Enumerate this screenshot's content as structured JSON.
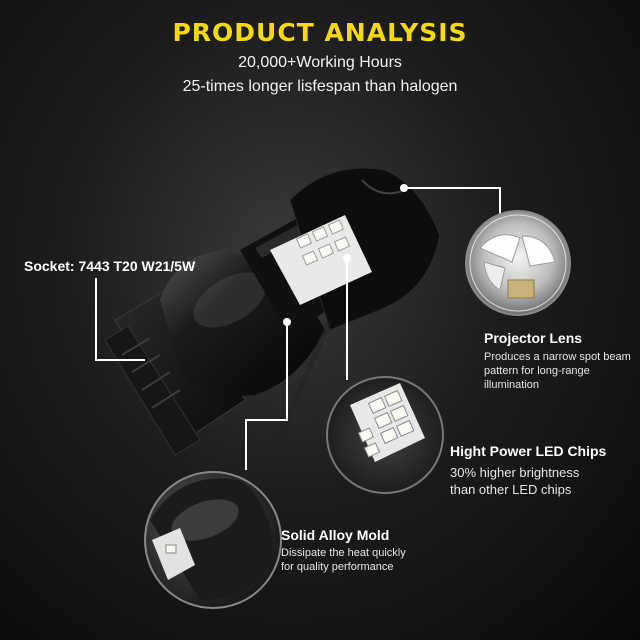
{
  "header": {
    "title": "PRODUCT ANALYSIS",
    "line1": "20,000+Working Hours",
    "line2": "25-times longer lisfespan than halogen"
  },
  "callouts": {
    "socket": {
      "label": "Socket: 7443 T20 W21/5W"
    },
    "projector": {
      "label": "Projector Lens",
      "desc": [
        "Produces a narrow spot beam",
        "pattern for long-range",
        "illumination"
      ]
    },
    "chips": {
      "label": "Hight Power LED Chips",
      "desc": [
        "30% higher brightness",
        "than other LED chips"
      ]
    },
    "mold": {
      "label": "Solid Alloy Mold",
      "desc": [
        "Dissipate the heat quickly",
        "for quality performance"
      ]
    }
  },
  "colors": {
    "title": "#f5d90a",
    "background": "#1a1a1a",
    "text": "#ffffff"
  }
}
